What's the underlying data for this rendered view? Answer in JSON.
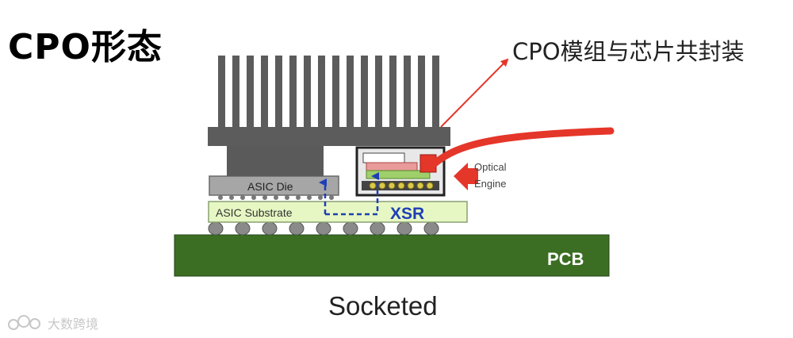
{
  "title": "CPO形态",
  "callout_label": "CPO模组与芯片共封装",
  "caption": "Socketed",
  "watermark": "大数跨境",
  "diagram": {
    "asic_die_label": "ASIC Die",
    "asic_substrate_label": "ASIC Substrate",
    "optical_engine_label_line1": "Optical",
    "optical_engine_label_line2": "Engine",
    "xsr_label": "XSR",
    "pcb_label": "PCB"
  },
  "colors": {
    "heatsink": "#5c5c5c",
    "asic_die": "#9a9a9a",
    "substrate": "#e6f7c4",
    "pcb": "#3b6e22",
    "fiber": "#e5362a",
    "xsr_path": "#1f3fb5",
    "callout_arrow": "#e5362a"
  }
}
